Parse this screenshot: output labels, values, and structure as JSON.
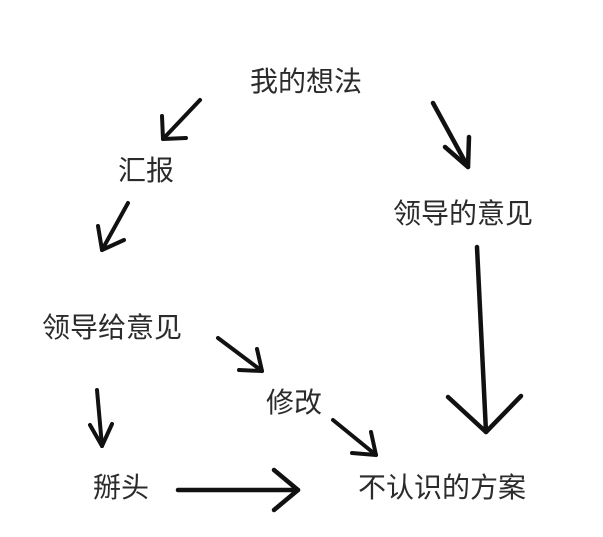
{
  "nodes": {
    "my_idea": "我的想法",
    "report": "汇报",
    "leader_gives_opinion": "领导给意见",
    "revise": "修改",
    "hair_pulling": "掰头",
    "leader_opinion": "领导的意见",
    "unrecognized_plan": "不认识的方案"
  },
  "colors": {
    "text": "#2b2b2b",
    "arrow": "#111111",
    "background": "#ffffff"
  }
}
